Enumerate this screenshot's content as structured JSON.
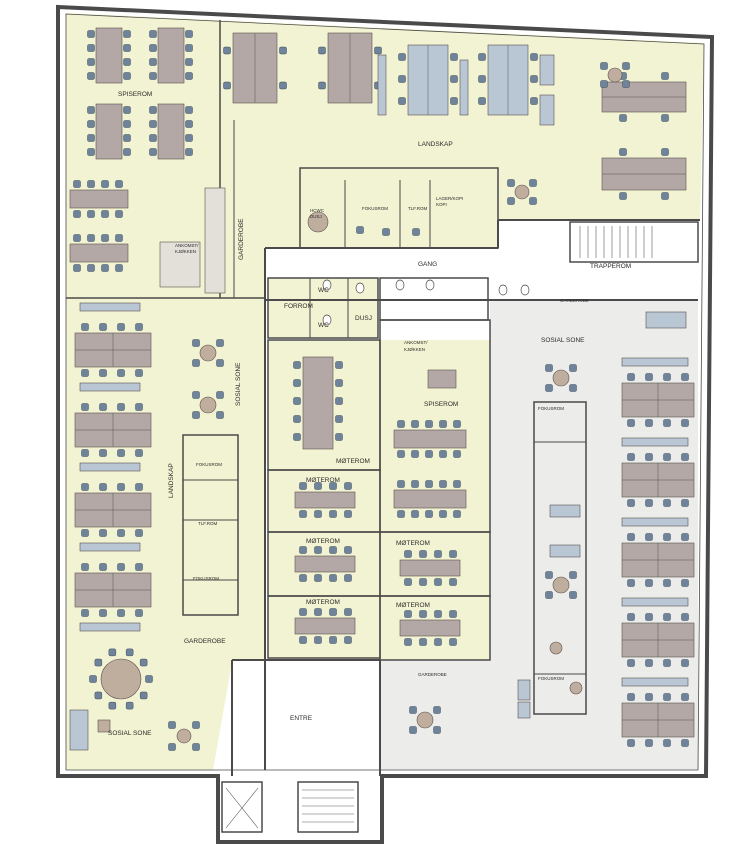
{
  "labels": {
    "spiserom_left": "SPISEROM",
    "landskap_top": "LANDSKAP",
    "hcwc_dusj_1": "HCWC",
    "hcwc_dusj_2": "DUSJ",
    "fokusrom_top": "FOKUSROM",
    "tlf_rom_top": "TLF.ROM",
    "lager_kopi_1": "LAGER/KOPI",
    "lager_kopi_2": "KOPI",
    "ankomst_kjokken_left_1": "ANKOMST/",
    "ankomst_kjokken_left_2": "KJØKKEN",
    "garderobe_left_vertical": "GARDEROBE",
    "gang": "GANG",
    "trapperom": "TRAPPEROM",
    "forrom": "FORROM",
    "wc_1": "WC",
    "wc_2": "WC",
    "dusj": "DUSJ",
    "garderobe_right": "GARDEROBE",
    "sosial_sone_right": "SOSIAL SONE",
    "ankomst_kjokken_mid_1": "ANKOMST/",
    "ankomst_kjokken_mid_2": "KJØKKEN",
    "spiserom_mid": "SPISEROM",
    "sosial_sone_vertical": "SOSIAL SONE",
    "landskap_vertical": "LANDSKAP",
    "fokusrom_left_1": "FOKUSROM",
    "tlf_rom_left": "TLF.ROM",
    "fokusrom_left_2": "FOKUSROM",
    "garderobe_bottom_left": "GARDEROBE",
    "moterom_1": "MØTEROM",
    "moterom_2": "MØTEROM",
    "moterom_3": "MØTEROM",
    "moterom_4": "MØTEROM",
    "moterom_5": "MØTEROM",
    "moterom_6": "MØTEROM",
    "fokusrom_right_1": "FOKUSROM",
    "fokusrom_right_2": "FOKUSROM",
    "garderobe_mid_bottom": "GARDEROBE",
    "entre": "ENTRE",
    "sosial_sone_bottom": "SOSIAL SONE"
  },
  "colors": {
    "zone_green": "#f2f3d2",
    "zone_grey": "#ececea",
    "wall": "#4a4a4a",
    "desk_grey": "#b3a8a5",
    "desk_blue": "#b9c6d4",
    "chair_blue": "#6f849a",
    "round_table": "#bfae9e"
  }
}
